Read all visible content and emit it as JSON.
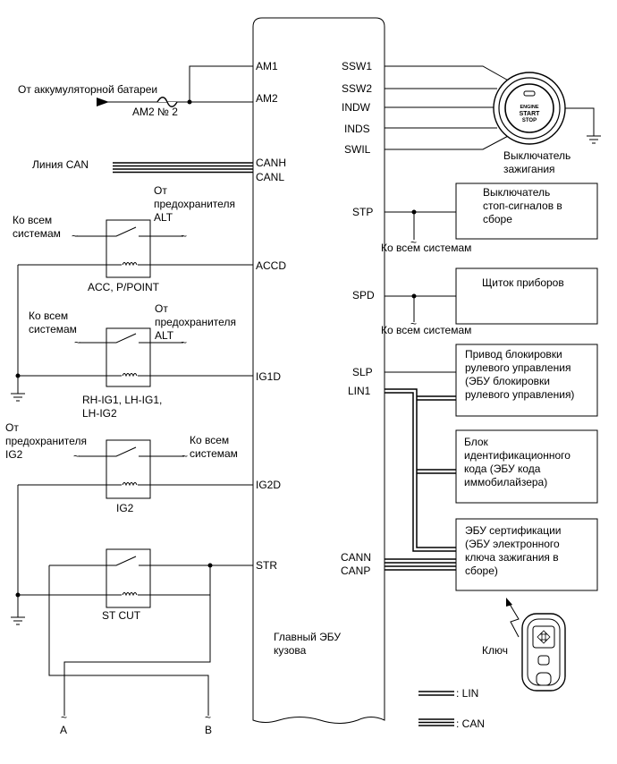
{
  "ecu": {
    "name": "Главный ЭБУ\nкузова",
    "pins_left": [
      "AM1",
      "AM2",
      "CANH",
      "CANL",
      "ACCD",
      "IG1D",
      "IG2D",
      "STR"
    ],
    "pins_right": [
      "SSW1",
      "SSW2",
      "INDW",
      "INDS",
      "SWIL",
      "STP",
      "SPD",
      "SLP",
      "LIN1",
      "CANN",
      "CANP"
    ]
  },
  "labels": {
    "battery": "От аккумуляторной батареи",
    "fuse_am2": "AM2 № 2",
    "can_line": "Линия CAN",
    "from_fuse_alt": "От\nпредохранителя\nALT",
    "from_fuse_alt2": "От\nпредохранителя\nALT",
    "to_all_1": "Ко всем\nсистемам",
    "to_all_2": "Ко всем\nсистемам",
    "to_all_3": "Ко всем\nсистемам",
    "relay_acc": "ACC, P/POINT",
    "relay_ig1": "RH-IG1, LH-IG1,\nLH-IG2",
    "from_fuse_ig2": "От\nпредохранителя\nIG2",
    "relay_ig2": "IG2",
    "relay_st": "ST CUT",
    "to_all_stp": "Ко всем системам",
    "to_all_spd": "Ко всем системам",
    "ignition_switch": "Выключатель\nзажигания",
    "key": "Ключ",
    "conn_a": "A",
    "conn_b": "B",
    "legend_lin": ": LIN",
    "legend_can": ": CAN",
    "button_line1": "ENGINE",
    "button_line2": "START",
    "button_line3": "STOP"
  },
  "boxes": {
    "stop_switch": "Выключатель\nстоп-сигналов в\nсборе",
    "meter": "Щиток приборов",
    "steering_lock": "Привод блокировки\nрулевого управления\n(ЭБУ блокировки\nрулевого управления)",
    "transponder": "Блок\nидентификационного\nкода (ЭБУ кода\nиммобилайзера)",
    "cert_ecu": "ЭБУ сертификации\n(ЭБУ электронного\nключа зажигания в\nсборе)"
  }
}
